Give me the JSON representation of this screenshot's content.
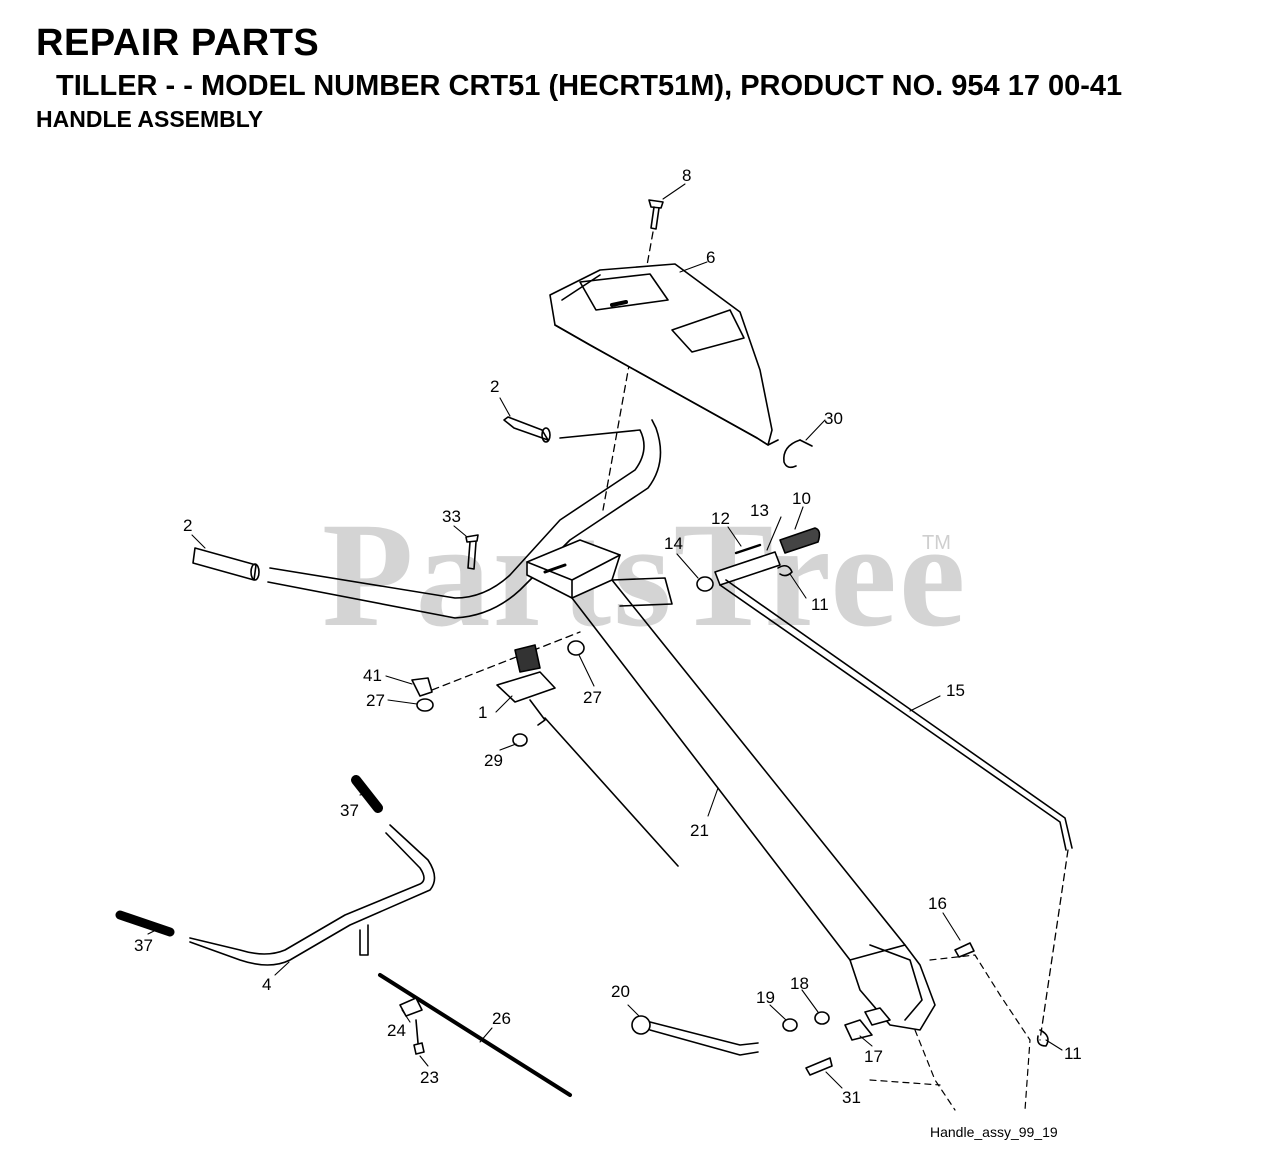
{
  "header": {
    "title": "REPAIR PARTS",
    "subtitle": "TILLER - - MODEL NUMBER CRT51 (HECRT51M), PRODUCT NO. 954 17 00-41",
    "section": "HANDLE ASSEMBLY"
  },
  "watermark": {
    "text": "PartsTree",
    "trademark": "TM"
  },
  "footer": {
    "drawing_id": "Handle_assy_99_19"
  },
  "parts": [
    {
      "ref": "8"
    },
    {
      "ref": "6"
    },
    {
      "ref": "2"
    },
    {
      "ref": "30"
    },
    {
      "ref": "2"
    },
    {
      "ref": "33"
    },
    {
      "ref": "12"
    },
    {
      "ref": "13"
    },
    {
      "ref": "10"
    },
    {
      "ref": "14"
    },
    {
      "ref": "11"
    },
    {
      "ref": "41"
    },
    {
      "ref": "27"
    },
    {
      "ref": "1"
    },
    {
      "ref": "27"
    },
    {
      "ref": "29"
    },
    {
      "ref": "15"
    },
    {
      "ref": "37"
    },
    {
      "ref": "21"
    },
    {
      "ref": "16"
    },
    {
      "ref": "37"
    },
    {
      "ref": "4"
    },
    {
      "ref": "20"
    },
    {
      "ref": "19"
    },
    {
      "ref": "18"
    },
    {
      "ref": "26"
    },
    {
      "ref": "24"
    },
    {
      "ref": "17"
    },
    {
      "ref": "11"
    },
    {
      "ref": "23"
    },
    {
      "ref": "31"
    }
  ]
}
